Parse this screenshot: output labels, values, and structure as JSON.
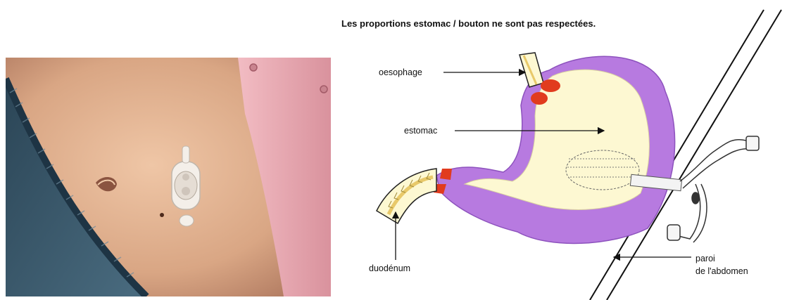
{
  "caption": "Les proportions estomac / bouton ne sont pas respectées.",
  "labels": {
    "oesophagus": "oesophage",
    "stomach": "estomac",
    "duodenum": "duodénum",
    "wall_line1": "paroi",
    "wall_line2": "de l'abdomen"
  },
  "colors": {
    "stomach_wall": "#b77ae0",
    "stomach_inner": "#fdf8d2",
    "sphincter": "#e13b1e",
    "mucosa_lining": "#e8c96a",
    "skin": "#d9a684",
    "shirt": "#e8a7b2",
    "jeans": "#3c5a6e"
  }
}
